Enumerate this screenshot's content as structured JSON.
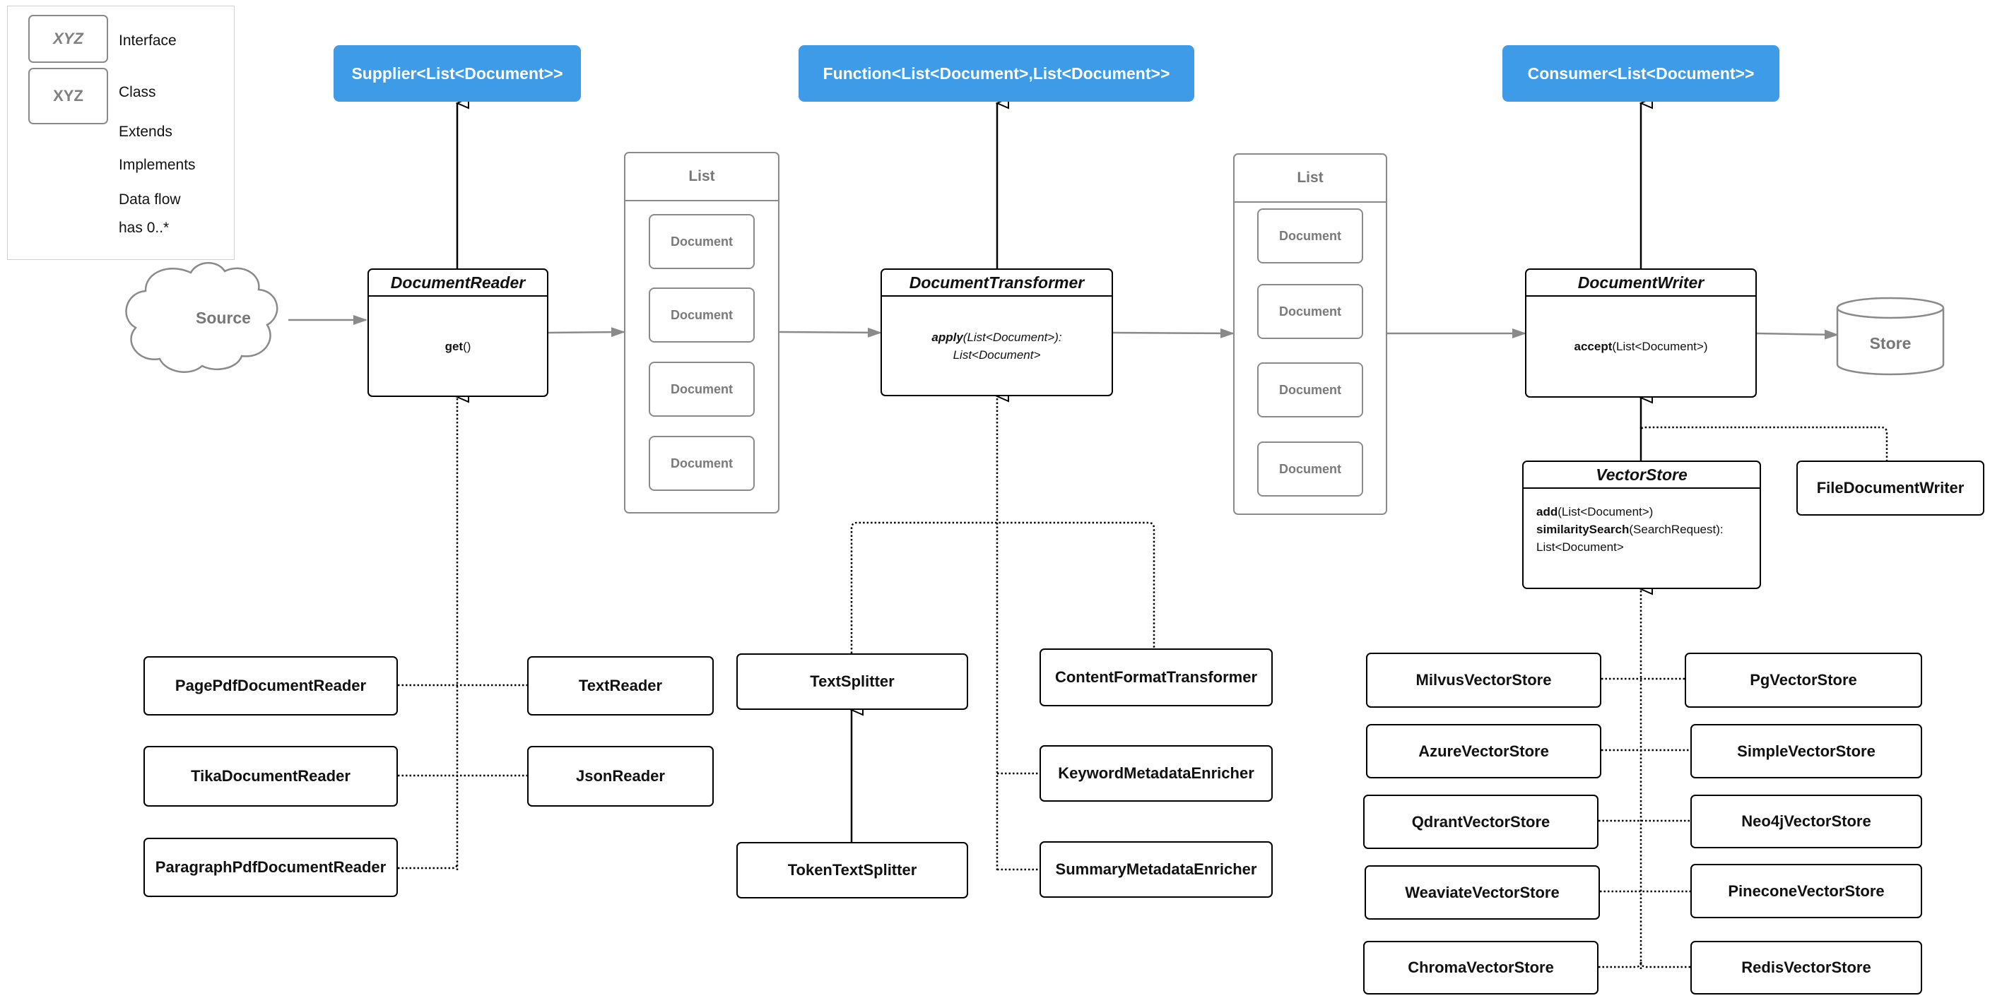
{
  "legend": {
    "interface_sample": "XYZ",
    "interface_label": "Interface",
    "class_sample": "XYZ",
    "class_label": "Class",
    "extends_label": "Extends",
    "implements_label": "Implements",
    "dataflow_label": "Data flow",
    "has_label": "has 0..*"
  },
  "interfaces": {
    "supplier": "Supplier<List<Document>>",
    "function": "Function<List<Document>,List<Document>>",
    "consumer": "Consumer<List<Document>>"
  },
  "source_label": "Source",
  "store_label": "Store",
  "reader": {
    "name": "DocumentReader",
    "method": "get",
    "method_suffix": "()"
  },
  "transformer": {
    "name": "DocumentTransformer",
    "method": "apply",
    "method_suffix": "(List<Document>):",
    "return_line": "List<Document>"
  },
  "writer": {
    "name": "DocumentWriter",
    "method": "accept",
    "method_suffix": "(List<Document>)"
  },
  "list_left": {
    "title": "List",
    "docs": [
      "Document",
      "Document",
      "Document",
      "Document"
    ]
  },
  "list_right": {
    "title": "List",
    "docs": [
      "Document",
      "Document",
      "Document",
      "Document"
    ]
  },
  "vector_store": {
    "name": "VectorStore",
    "add": "add",
    "add_suffix": "(List<Document>)",
    "search": "similaritySearch",
    "search_suffix": "(SearchRequest):",
    "search_return": "List<Document>"
  },
  "file_writer": "FileDocumentWriter",
  "readers_left": [
    "PagePdfDocumentReader",
    "TikaDocumentReader",
    "ParagraphPdfDocumentReader"
  ],
  "readers_right": [
    "TextReader",
    "JsonReader"
  ],
  "text_splitter": "TextSplitter",
  "token_splitter": "TokenTextSplitter",
  "transformers": [
    "ContentFormatTransformer",
    "KeywordMetadataEnricher",
    "SummaryMetadataEnricher"
  ],
  "stores_left": [
    "MilvusVectorStore",
    "AzureVectorStore",
    "QdrantVectorStore",
    "WeaviateVectorStore",
    "ChromaVectorStore"
  ],
  "stores_right": [
    "PgVectorStore",
    "SimpleVectorStore",
    "Neo4jVectorStore",
    "PineconeVectorStore",
    "RedisVectorStore"
  ]
}
